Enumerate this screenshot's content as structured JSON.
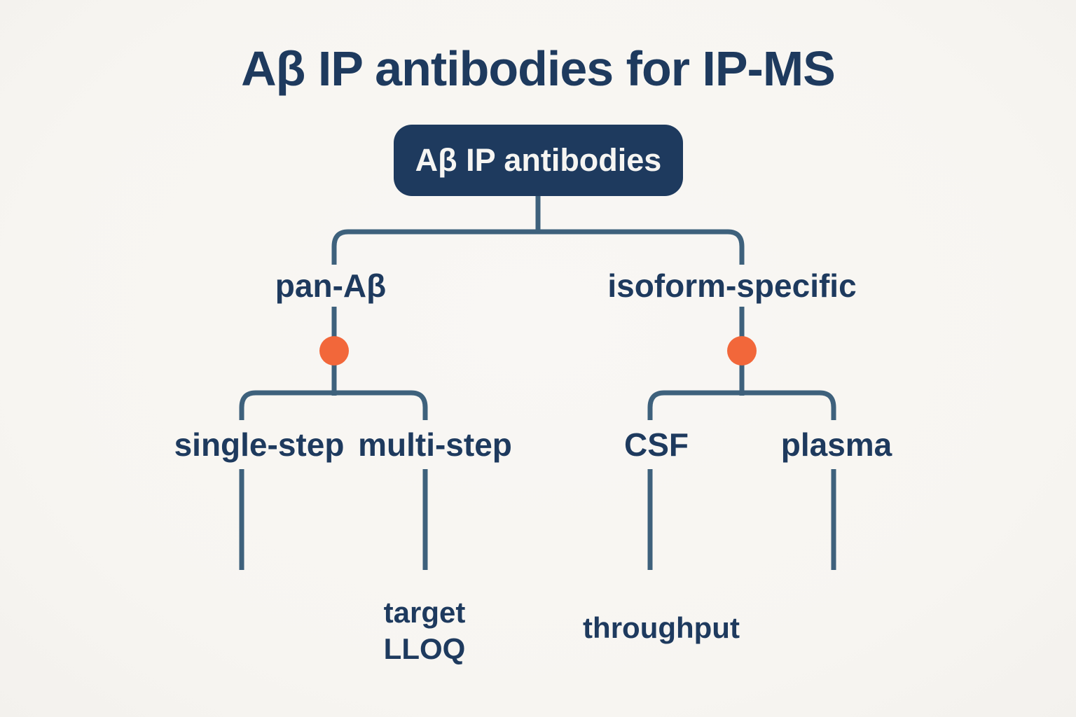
{
  "title": "Aβ IP antibodies for IP-MS",
  "colors": {
    "background": "#f7f5f1",
    "navy": "#1e3a5e",
    "line": "#3e617c",
    "orange": "#f2673a",
    "root_text": "#f6f5f2"
  },
  "tree": {
    "root": {
      "label": "Aβ IP antibodies"
    },
    "branches": [
      {
        "label": "pan-Aβ",
        "marker": "orange-dot",
        "children": [
          {
            "label": "single-step",
            "annotation_lines": []
          },
          {
            "label": "multi-step",
            "annotation_lines": [
              "target",
              "LLOQ"
            ]
          }
        ]
      },
      {
        "label": "isoform-specific",
        "marker": "orange-dot",
        "children": [
          {
            "label": "CSF",
            "annotation_lines": [
              "throughput"
            ]
          },
          {
            "label": "plasma",
            "annotation_lines": []
          }
        ]
      }
    ]
  }
}
